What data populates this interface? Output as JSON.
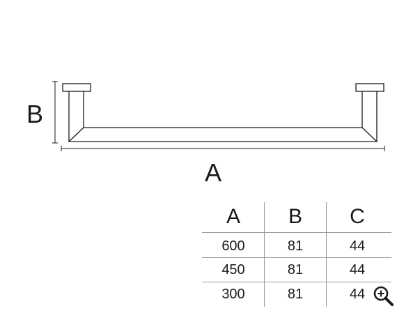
{
  "diagram": {
    "dimension_labels": {
      "height": "B",
      "length": "A"
    }
  },
  "table": {
    "headers": [
      "A",
      "B",
      "C"
    ],
    "rows": [
      [
        "600",
        "81",
        "44"
      ],
      [
        "450",
        "81",
        "44"
      ],
      [
        "300",
        "81",
        "44"
      ]
    ]
  },
  "icons": {
    "zoom": "zoom-in-icon"
  },
  "colors": {
    "line": "#1a1a1a",
    "grid": "#9a9a9a",
    "background": "#ffffff"
  }
}
